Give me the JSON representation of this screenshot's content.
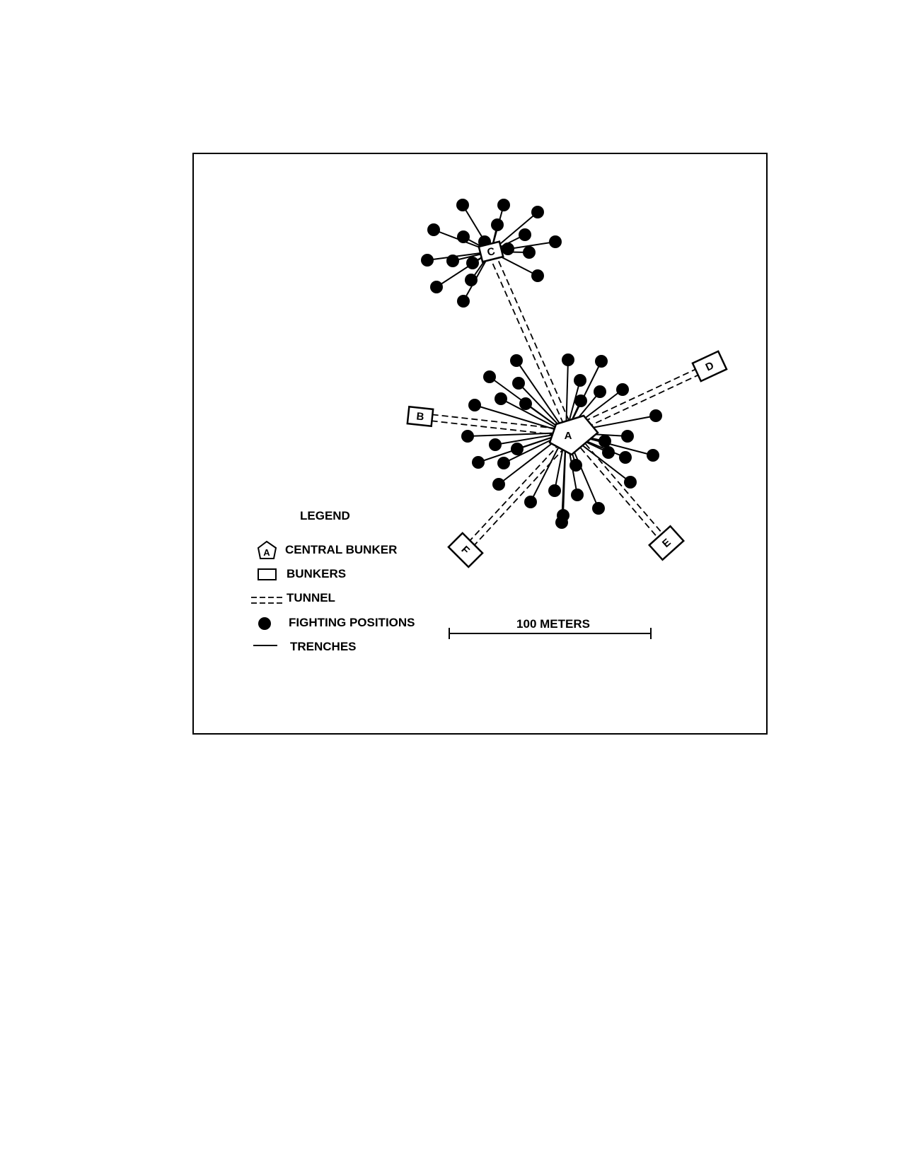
{
  "diagram": {
    "central_bunker": {
      "label": "A"
    },
    "bunkers": [
      {
        "id": "bunker-b",
        "label": "B"
      },
      {
        "id": "bunker-c",
        "label": "C"
      },
      {
        "id": "bunker-d",
        "label": "D"
      },
      {
        "id": "bunker-e",
        "label": "E"
      },
      {
        "id": "bunker-f",
        "label": "F"
      }
    ],
    "scale": {
      "label": "100 METERS",
      "length_m": 100
    }
  },
  "legend": {
    "title": "LEGEND",
    "central_bunker": {
      "label": "CENTRAL BUNKER",
      "symbol_letter": "A"
    },
    "bunkers": "BUNKERS",
    "tunnel": "TUNNEL",
    "fighting_positions": "FIGHTING POSITIONS",
    "trenches": "TRENCHES"
  },
  "colors": {
    "ink": "#000000",
    "paper": "#ffffff"
  }
}
